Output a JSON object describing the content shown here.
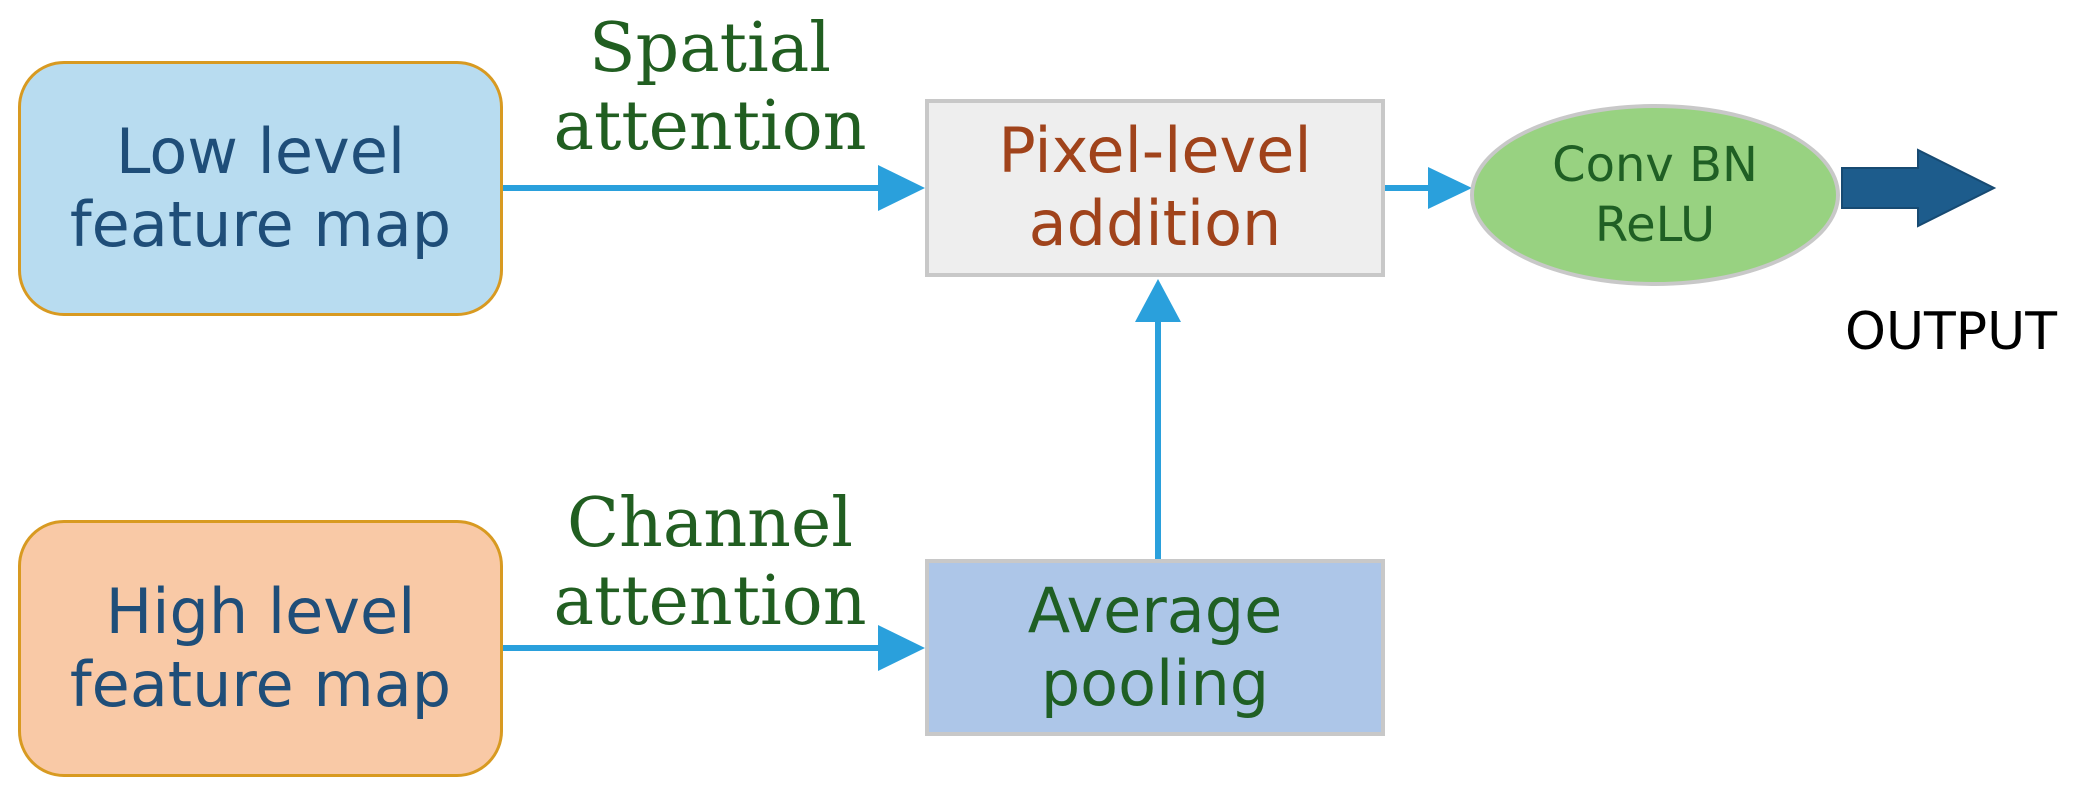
{
  "nodes": {
    "low_level": {
      "line1": "Low level",
      "line2": "feature map"
    },
    "high_level": {
      "line1": "High level",
      "line2": "feature map"
    },
    "pixel_addition": {
      "line1": "Pixel-level",
      "line2": "addition"
    },
    "average_pooling": {
      "line1": "Average",
      "line2": "pooling"
    },
    "conv_block": {
      "line1": "Conv BN",
      "line2": "ReLU"
    }
  },
  "edge_labels": {
    "spatial": {
      "line1": "Spatial",
      "line2": "attention"
    },
    "channel": {
      "line1": "Channel",
      "line2": "attention"
    }
  },
  "output": {
    "label": "OUTPUT"
  },
  "colors": {
    "arrow": "#2aa0dc",
    "output_arrow": "#1d5c8c",
    "low_fill": "#b8dcf0",
    "high_fill": "#f9c9a6",
    "feature_border": "#d89a21",
    "pixel_fill": "#eeeeee",
    "avg_fill": "#adc6e8",
    "conv_fill": "#98d281"
  }
}
